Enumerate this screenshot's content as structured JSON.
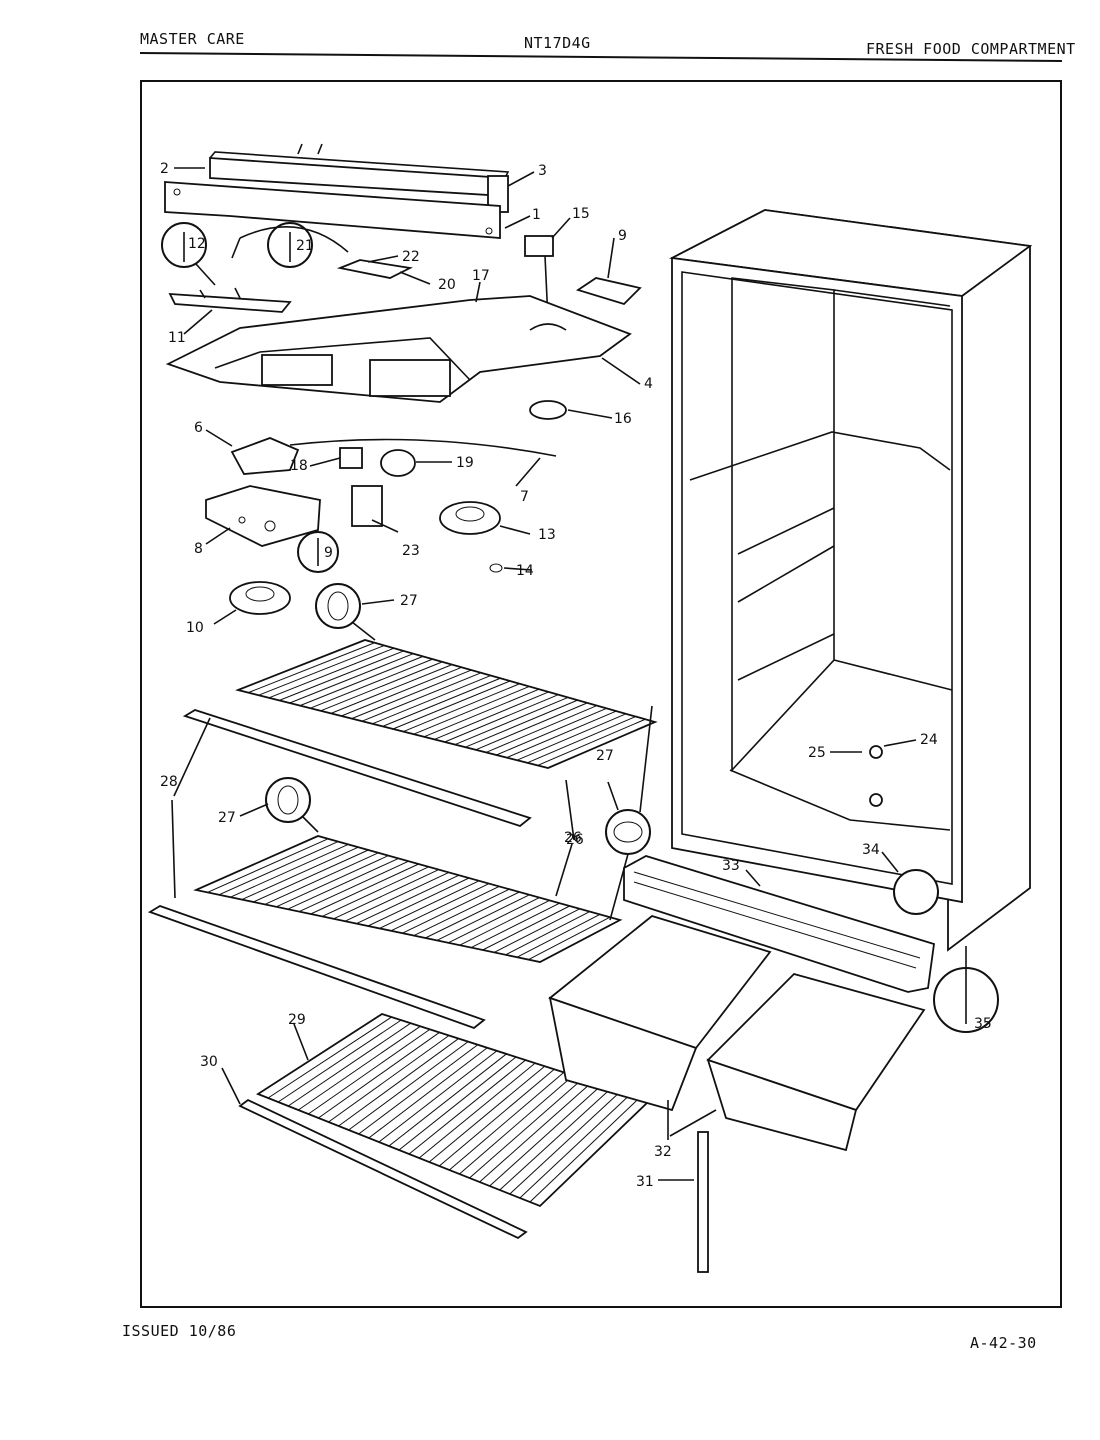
{
  "header": {
    "brand": "MASTER CARE",
    "model": "NT17D4G",
    "section": "FRESH FOOD COMPARTMENT"
  },
  "footer": {
    "issued": "ISSUED 10/86",
    "page_code": "A-42-30"
  },
  "callouts": {
    "c1": "1",
    "c2": "2",
    "c3": "3",
    "c4": "4",
    "c6": "6",
    "c7": "7",
    "c8": "8",
    "c9a": "9",
    "c9b": "9",
    "c10": "10",
    "c11": "11",
    "c12": "12",
    "c13": "13",
    "c14": "14",
    "c15": "15",
    "c16": "16",
    "c17": "17",
    "c18": "18",
    "c19": "19",
    "c20": "20",
    "c21": "21",
    "c22": "22",
    "c23": "23",
    "c24": "24",
    "c25": "25",
    "c26a": "26",
    "c26b": "26",
    "c27a": "27",
    "c27b": "27",
    "c27c": "27",
    "c28": "28",
    "c29": "29",
    "c30": "30",
    "c31": "31",
    "c32": "32",
    "c33": "33",
    "c34": "34",
    "c35": "35"
  }
}
